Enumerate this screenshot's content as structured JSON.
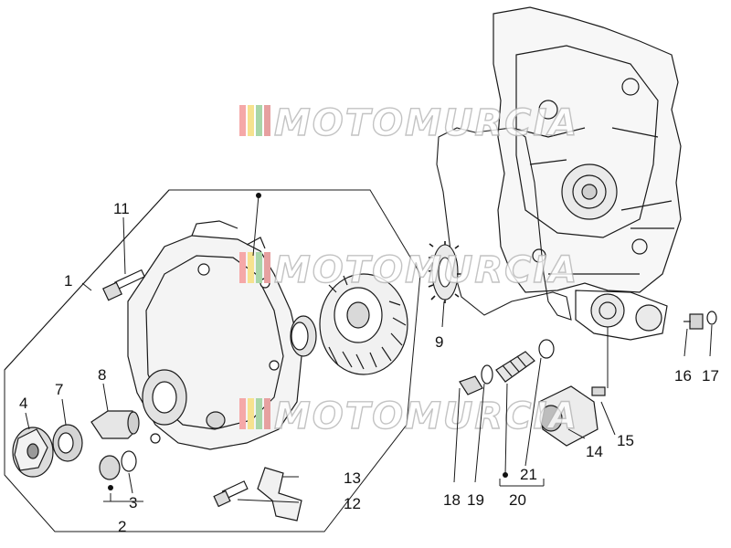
{
  "diagram": {
    "watermark": "MOTOMURCIA",
    "callouts": {
      "c1": "1",
      "c2": "2",
      "c3": "3",
      "c4": "4",
      "c7": "7",
      "c8": "8",
      "c9": "9",
      "c11": "11",
      "c12": "12",
      "c13": "13",
      "c14": "14",
      "c15": "15",
      "c16": "16",
      "c17": "17",
      "c18": "18",
      "c19": "19",
      "c20": "20",
      "c21": "21"
    }
  }
}
